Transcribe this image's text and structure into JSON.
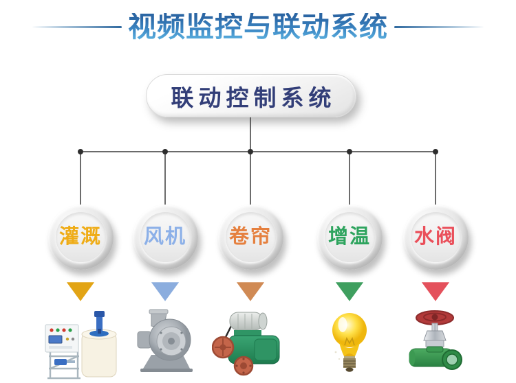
{
  "header": {
    "title": "视频监控与联动系统",
    "title_color_top": "#2b66a4",
    "title_color_bottom": "#56aadb",
    "rule_color": "#2f699f"
  },
  "root_node": {
    "label": "联动控制系统",
    "text_color": "#323e78"
  },
  "connector": {
    "line_color": "#3a3a3a",
    "dot_color": "#2d2d2d"
  },
  "branches": [
    {
      "id": "irrigation",
      "label": "灌溉",
      "label_color": "#efac16",
      "arrow_color": "#e2a415",
      "equipment": "fertilizer-dosing-machine"
    },
    {
      "id": "fan",
      "label": "风机",
      "label_color": "#8cb0e8",
      "arrow_color": "#8badde",
      "equipment": "centrifugal-blower-fan"
    },
    {
      "id": "roller-curtain",
      "label": "卷帘",
      "label_color": "#e5803f",
      "arrow_color": "#d08a54",
      "equipment": "roller-curtain-motor"
    },
    {
      "id": "heating",
      "label": "增温",
      "label_color": "#2ea45e",
      "arrow_color": "#3f9f5f",
      "equipment": "heating-light-bulb"
    },
    {
      "id": "water-valve",
      "label": "水阀",
      "label_color": "#ea4f5a",
      "arrow_color": "#e4515c",
      "equipment": "green-water-valve"
    }
  ]
}
